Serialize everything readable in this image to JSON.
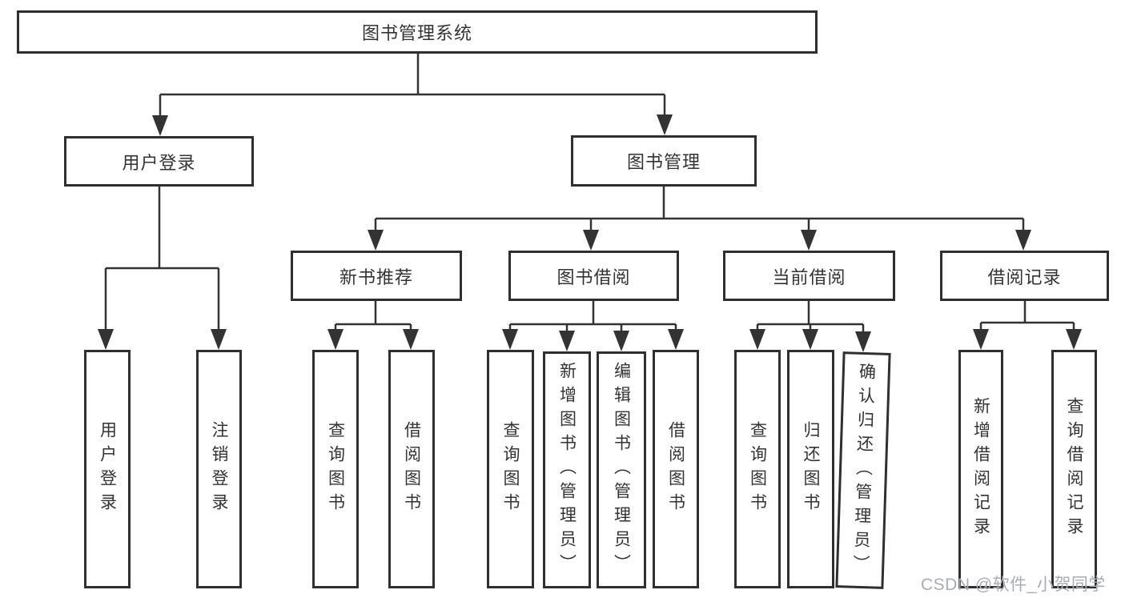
{
  "tree": {
    "label": "图书管理系统",
    "children": [
      {
        "label": "用户登录",
        "children": [
          {
            "label": "用户登录"
          },
          {
            "label": "注销登录"
          }
        ]
      },
      {
        "label": "图书管理",
        "children": [
          {
            "label": "新书推荐",
            "children": [
              {
                "label": "查询图书"
              },
              {
                "label": "借阅图书"
              }
            ]
          },
          {
            "label": "图书借阅",
            "children": [
              {
                "label": "查询图书"
              },
              {
                "label": "新增图书（管理员）"
              },
              {
                "label": "编辑图书（管理员）"
              },
              {
                "label": "借阅图书"
              }
            ]
          },
          {
            "label": "当前借阅",
            "children": [
              {
                "label": "查询图书"
              },
              {
                "label": "归还图书"
              },
              {
                "label": "确认归还（管理员）"
              }
            ]
          },
          {
            "label": "借阅记录",
            "children": [
              {
                "label": "新增借阅记录"
              },
              {
                "label": "查询借阅记录"
              }
            ]
          }
        ]
      }
    ]
  },
  "watermark": {
    "text": "CSDN @软件_小贺同学"
  },
  "colors": {
    "line": "#333333",
    "box_border": "#2f2f2f",
    "text": "#333333",
    "watermark": "#a9acb1"
  }
}
